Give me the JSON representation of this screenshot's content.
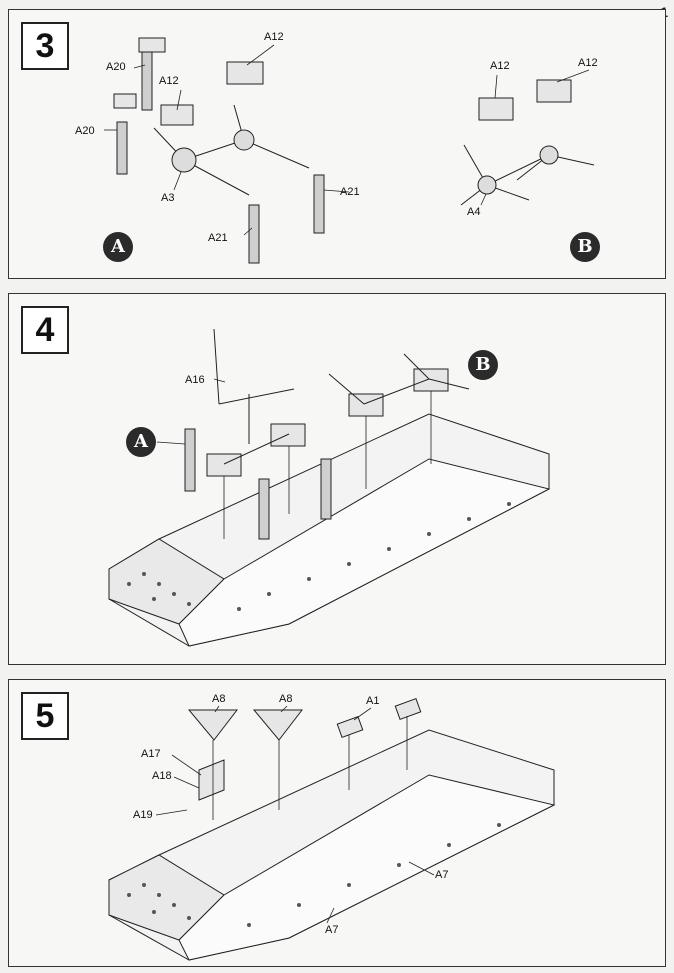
{
  "page": {
    "number": "1"
  },
  "steps": [
    {
      "number": "3",
      "labels": [
        "A20",
        "A12",
        "A12",
        "A20",
        "A3",
        "A21",
        "A21",
        "A12",
        "A12",
        "A4"
      ],
      "badges": [
        "A",
        "B"
      ]
    },
    {
      "number": "4",
      "labels": [
        "A16"
      ],
      "badges": [
        "A",
        "B"
      ]
    },
    {
      "number": "5",
      "labels": [
        "A8",
        "A8",
        "A1",
        "A17",
        "A18",
        "A19",
        "A7",
        "A7"
      ]
    }
  ]
}
